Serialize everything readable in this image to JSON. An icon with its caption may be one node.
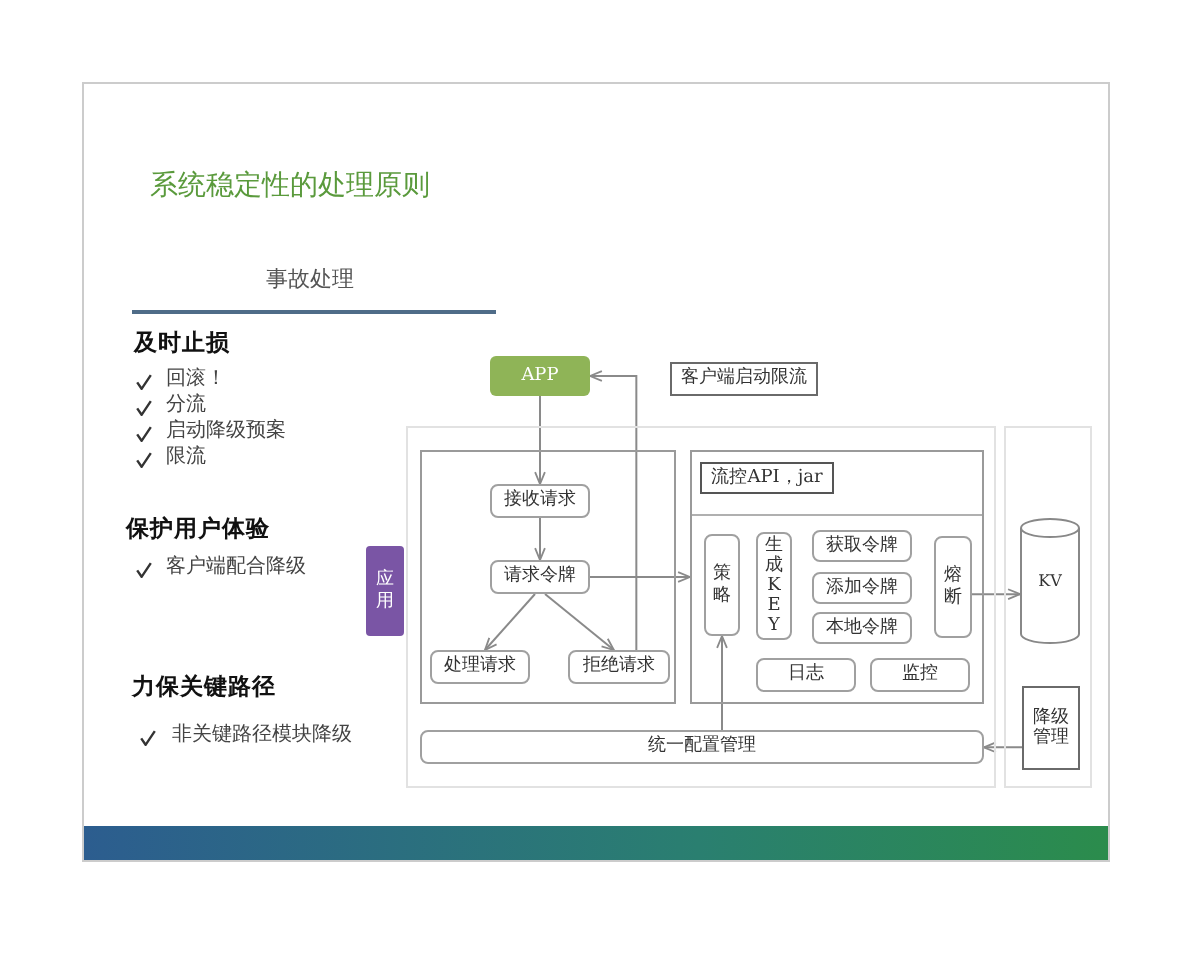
{
  "diagram": {
    "title": "系统稳定性的处理原则",
    "nodes": [
      {
        "text": [
          "APP"
        ]
      },
      {
        "text": [
          "客户端启动限流"
        ]
      },
      {
        "text": [],
        "shape": "box"
      },
      {
        "text": [],
        "shape": "box",
        "in": 2
      },
      {
        "text": [
          "接收请求"
        ],
        "in": 3
      },
      {
        "text": [
          "请求令牌"
        ],
        "in": 3
      },
      {
        "text": [
          "处理请求"
        ],
        "in": 3
      },
      {
        "text": [
          "拒绝请求"
        ],
        "in": 3
      },
      {
        "text": [],
        "shape": "box",
        "in": 2
      },
      {
        "text": [
          "流控API，jar"
        ],
        "in": 8
      },
      {
        "text": [
          "策略"
        ],
        "in": 8
      },
      {
        "text": [
          "生成KEY"
        ],
        "in": 8
      },
      {
        "text": [
          "获取令牌"
        ],
        "in": 8
      },
      {
        "text": [
          "添加令牌"
        ],
        "in": 8
      },
      {
        "text": [
          "本地令牌"
        ],
        "in": 8
      },
      {
        "text": [
          "熔断"
        ],
        "in": 8
      },
      {
        "text": [
          "日志"
        ],
        "in": 8
      },
      {
        "text": [
          "监控"
        ],
        "in": 8
      },
      {
        "text": [
          "统一配置管理"
        ],
        "in": 2
      },
      {
        "text": [],
        "shape": "box"
      },
      {
        "text": [
          "KV"
        ],
        "in": 19
      },
      {
        "text": [
          "降级管理"
        ],
        "in": 19
      },
      {
        "text": [
          "应用"
        ]
      }
    ],
    "edges": [
      {
        "from": 0,
        "to": 4,
        "arrow": "to"
      },
      {
        "from": 4,
        "to": 5,
        "arrow": "to"
      },
      {
        "from": 5,
        "to": 6,
        "arrow": "to"
      },
      {
        "from": 5,
        "to": 7,
        "arrow": "to"
      },
      {
        "from": 7,
        "to": 0,
        "arrow": "to"
      },
      {
        "from": 5,
        "to": 8,
        "arrow": "to"
      },
      {
        "from": 15,
        "to": 20,
        "arrow": "to"
      },
      {
        "from": 21,
        "to": 18,
        "arrow": "to"
      },
      {
        "from": 18,
        "to": 10,
        "arrow": "to"
      }
    ],
    "labels": [
      "事故处理",
      "及时止损",
      "回滚！",
      "分流",
      "启动降级预案",
      "限流",
      "保护用户体验",
      "客户端配合降级",
      "力保关键路径",
      "非关键路径模块降级"
    ]
  }
}
